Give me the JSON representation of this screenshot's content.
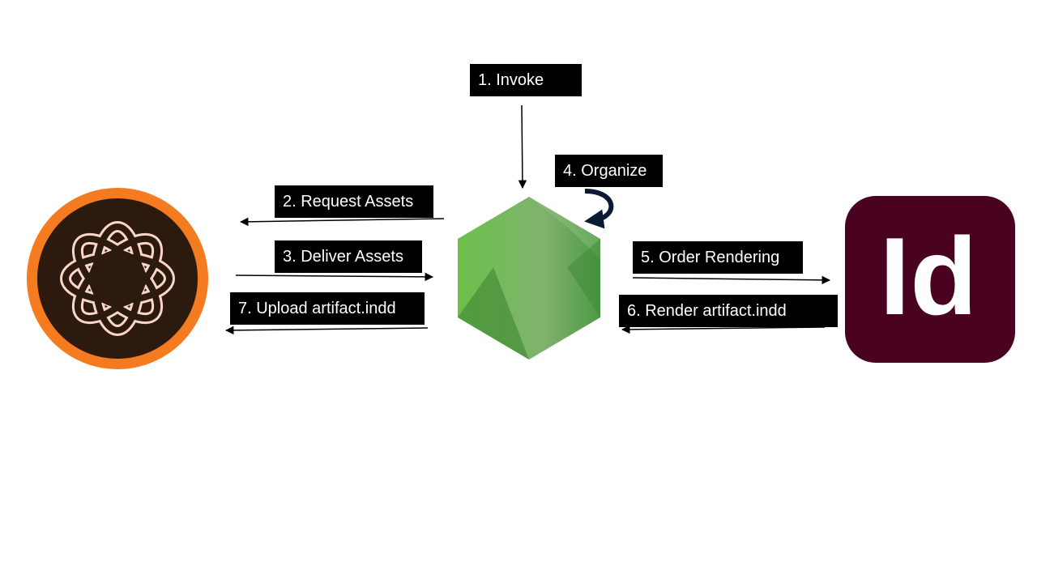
{
  "steps": [
    {
      "label": "1. Invoke"
    },
    {
      "label": "2. Request Assets"
    },
    {
      "label": "3. Deliver Assets"
    },
    {
      "label": "4. Organize"
    },
    {
      "label": "5. Order Rendering"
    },
    {
      "label": "6. Render artifact.indd"
    },
    {
      "label": "7. Upload artifact.indd"
    }
  ],
  "nodes": {
    "aem": {
      "icon": "aem-logo-icon",
      "ring_color": "#f47b20",
      "inner_color": "#2d1a0e",
      "mark_color": "#f9d7c7"
    },
    "node": {
      "icon": "nodejs-hexagon-icon",
      "color": "#5fa04e"
    },
    "indesign": {
      "icon": "indesign-logo-icon",
      "text": "Id",
      "bg_color": "#49021f",
      "text_color": "#ffffff"
    }
  }
}
